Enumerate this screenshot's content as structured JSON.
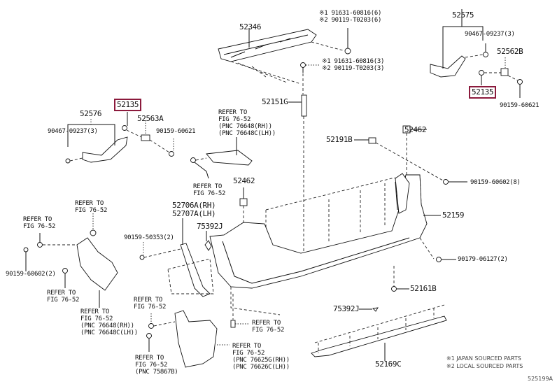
{
  "diagram": {
    "highlight_color": "#8b1a3c",
    "parts": {
      "p52346": "52346",
      "p52575": "52575",
      "p52576": "52576",
      "p52135_right": "52135",
      "p52135_left": "52135",
      "p52562B": "52562B",
      "p52563A": "52563A",
      "p52151G": "52151G",
      "p52191B": "52191B",
      "p52462_top": "52462",
      "p52462_mid": "52462",
      "p52159": "52159",
      "p52161B": "52161B",
      "p52169C": "52169C",
      "p75392J_mid": "75392J",
      "p75392J_bot": "75392J",
      "p52706A_52707A": "52706A(RH)\n52707A(LH)"
    },
    "fasteners": {
      "top_bolt_6": "※1 91631-60816(6)\n※2 90119-T0203(6)",
      "top_bolt_3": "※1 91631-60816(3)\n※2 90119-T0203(3)",
      "f90467_right": "90467-09237(3)",
      "f90467_left": "90467-09237(3)",
      "f90159_60621_right": "90159-60621",
      "f90159_60621_left": "90159-60621",
      "f90159_60602_8": "90159-60602(8)",
      "f90159_60602_2": "90159-60602(2)",
      "f90159_50353_2": "90159-50353(2)",
      "f90179_06127_2": "90179-06127(2)"
    },
    "refs": {
      "ref_upper_center": "REFER TO\nFIG 76-52\n(PNC 76648(RH))\n(PNC 76648C(LH))",
      "ref_center_small": "REFER TO\nFIG 76-52",
      "ref_left_a": "REFER TO\nFIG 76-52",
      "ref_left_b": "REFER TO\nFIG 76-52",
      "ref_left_c": "REFER TO\nFIG 76-52",
      "ref_left_d": "REFER TO\nFIG 76-52\n(PNC 76648(RH))\n(PNC 76648C(LH))",
      "ref_flap_upper": "REFER TO\nFIG 76-52",
      "ref_flap_lower": "REFER TO\nFIG 76-52\n(PNC 75867B)",
      "ref_bolt_bottom": "REFER TO\nFIG 76-52",
      "ref_flap_right": "REFER TO\nFIG 76-52\n(PNC 76625G(RH))\n(PNC 76626C(LH))"
    },
    "legend": {
      "note1": "※1 JAPAN SOURCED PARTS",
      "note2": "※2 LOCAL SOURCED PARTS"
    },
    "figure_id": "525199A"
  }
}
